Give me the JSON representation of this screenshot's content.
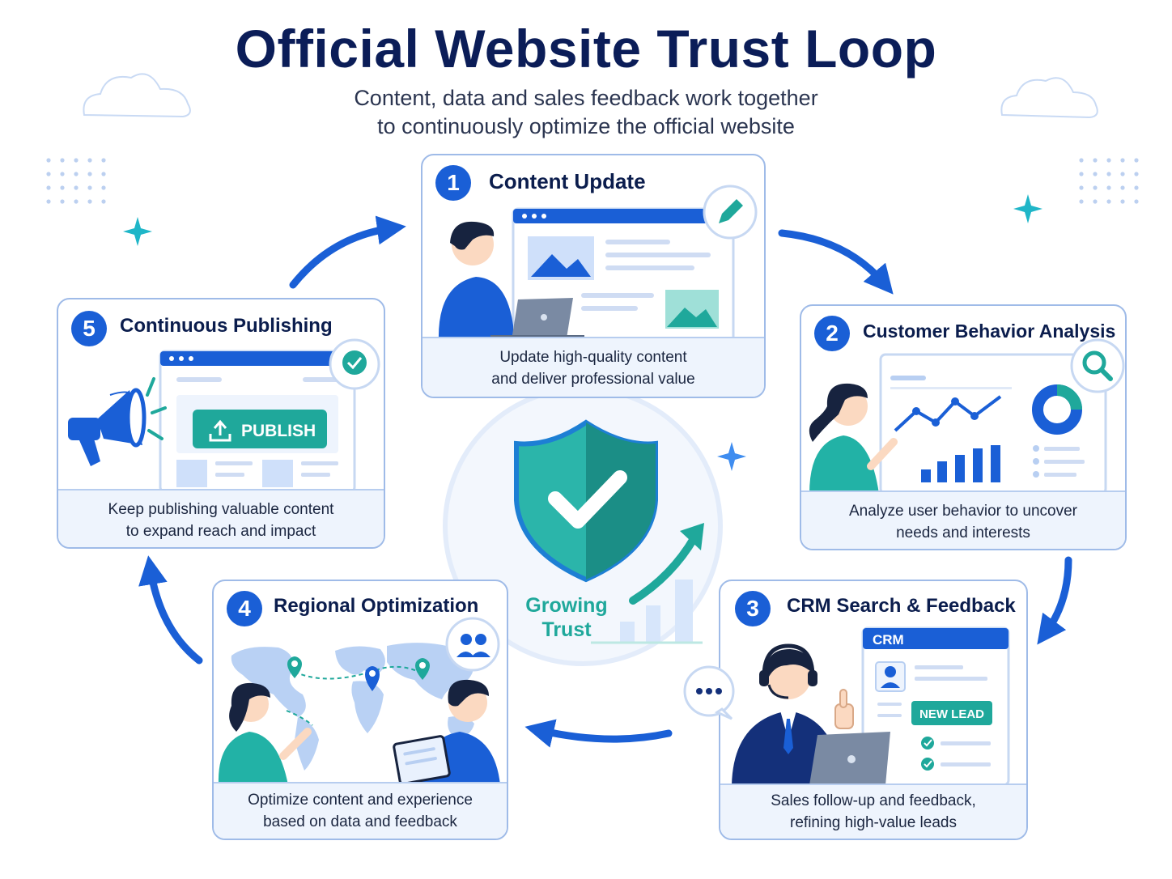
{
  "header": {
    "title": "Official Website Trust Loop",
    "subtitle_lines": [
      "Content, data and sales feedback work together",
      "to continuously optimize the official website"
    ]
  },
  "center": {
    "label_lines": [
      "Growing",
      "Trust"
    ],
    "icon": "shield-check-icon"
  },
  "steps": [
    {
      "number": "1",
      "title": "Content Update",
      "description_lines": [
        "Update high-quality content",
        "and deliver professional value"
      ],
      "icons": [
        "pencil-icon",
        "image-icon",
        "laptop-icon"
      ]
    },
    {
      "number": "2",
      "title": "Customer Behavior Analysis",
      "description_lines": [
        "Analyze user behavior to uncover",
        "needs and interests"
      ],
      "icons": [
        "search-icon",
        "line-chart-icon",
        "donut-chart-icon"
      ]
    },
    {
      "number": "3",
      "title": "CRM Search & Feedback",
      "description_lines": [
        "Sales follow-up and feedback,",
        "refining high-value leads"
      ],
      "panel_label": "CRM",
      "badge": "NEW LEAD",
      "icons": [
        "headset-icon",
        "thumbs-up-icon",
        "chat-dots-icon",
        "check-icon"
      ]
    },
    {
      "number": "4",
      "title": "Regional Optimization",
      "description_lines": [
        "Optimize content and experience",
        "based on data and feedback"
      ],
      "icons": [
        "users-icon",
        "map-pin-icon",
        "world-map-icon",
        "tablet-icon"
      ]
    },
    {
      "number": "5",
      "title": "Continuous Publishing",
      "description_lines": [
        "Keep publishing valuable content",
        "to expand reach and impact"
      ],
      "button_label": "PUBLISH",
      "icons": [
        "megaphone-icon",
        "check-circle-icon",
        "upload-icon"
      ]
    }
  ],
  "colors": {
    "primary_blue": "#1a5fd6",
    "teal": "#1fa89b",
    "navy": "#0b1d58",
    "card_border": "#9fbbe8",
    "footer_bg": "#eef4fd"
  }
}
